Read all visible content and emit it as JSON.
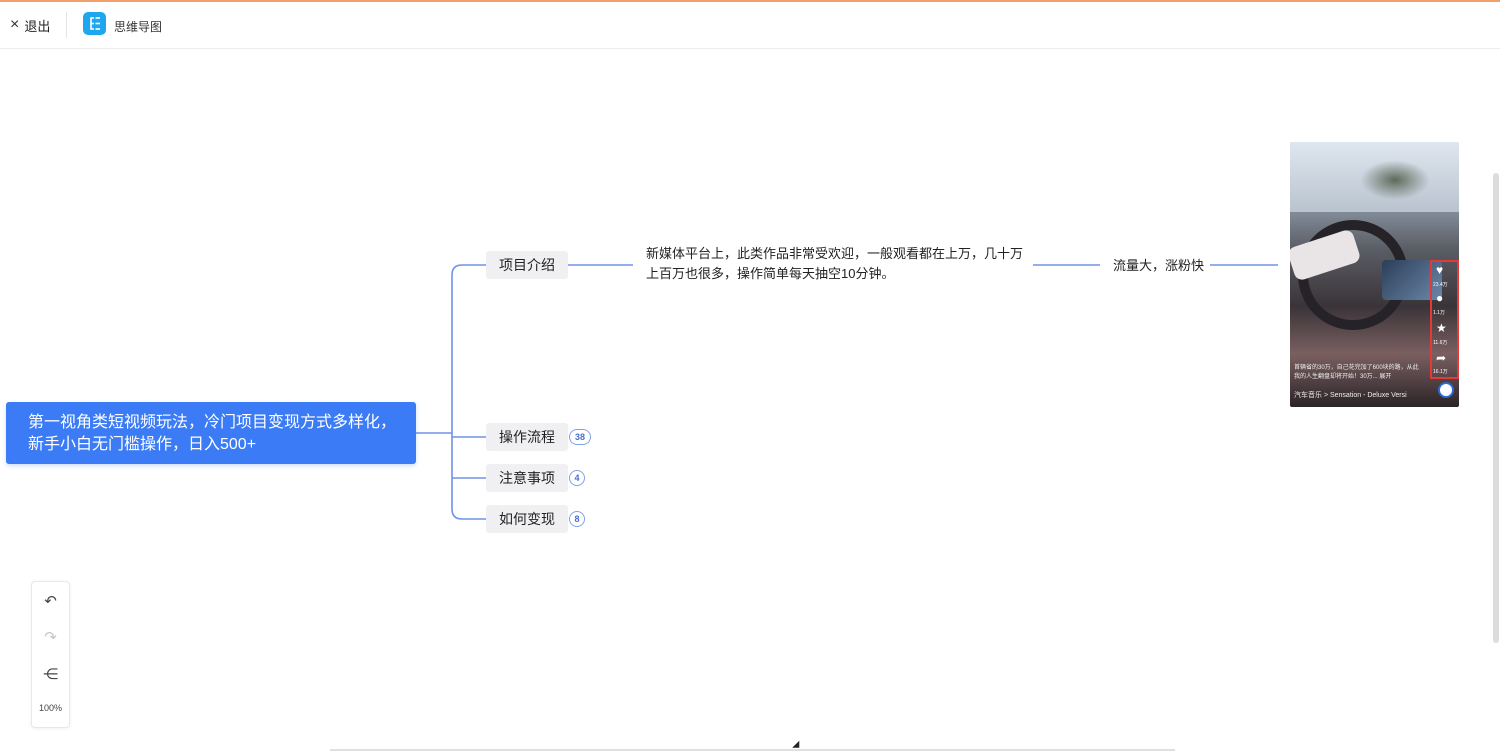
{
  "header": {
    "exit_icon": "×",
    "exit_label": "退出",
    "app_icon": "mindmap-icon",
    "app_title": "思维导图"
  },
  "mindmap": {
    "root": "第一视角类短视频玩法，冷门项目变现方式多样化，新手小白无门槛操作，日入500+",
    "branches": [
      {
        "label": "项目介绍"
      },
      {
        "label": "操作流程",
        "count": "38"
      },
      {
        "label": "注意事项",
        "count": "4"
      },
      {
        "label": "如何变现",
        "count": "8"
      }
    ],
    "intro_detail": "新媒体平台上，此类作品非常受欢迎，一般观看都在上万，几十万上百万也很多，操作简单每天抽空10分钟。",
    "intro_result": "流量大，涨粉快",
    "image": {
      "stats": [
        "23.4万",
        "1.1万",
        "11.6万",
        "16.1万"
      ],
      "caption": "首辆省的30万，自己花完加了600块的路，从此我的人生翻盘却将开始！30万... 展开",
      "music": "汽车音乐 > Sensation - Deluxe Versi"
    }
  },
  "toolbar": {
    "undo_icon": "↶",
    "redo_icon": "↷",
    "layout_icon": "⋲",
    "zoom": "100%"
  },
  "colors": {
    "root_bg": "#3b7cf6",
    "line": "#6f93e6",
    "accent_top": "#f0a06a"
  }
}
